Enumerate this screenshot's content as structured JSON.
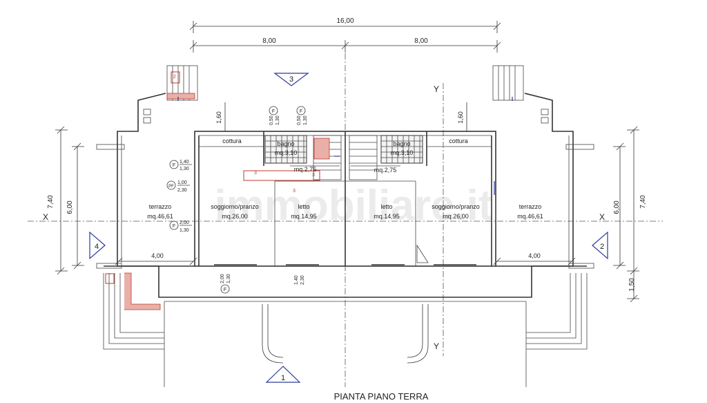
{
  "title": "PIANTA PIANO TERRA",
  "watermark": "immobiliare.it",
  "dimensions": {
    "total_width": "16,00",
    "half_left": "8,00",
    "half_right": "8,00",
    "height_left": "7,40",
    "height_left_inner": "6,00",
    "height_right": "7,40",
    "height_right_inner": "6,00",
    "porch_right": "1,50",
    "terrace_left_width": "4,00",
    "terrace_right_width": "4,00",
    "kitchen_depth_left": "1,60",
    "kitchen_depth_right": "1,60"
  },
  "axes": {
    "x_left": "X",
    "x_right": "X",
    "y_top": "Y",
    "y_bottom": "Y"
  },
  "section_markers": [
    "1",
    "2",
    "3",
    "4"
  ],
  "rooms": [
    {
      "name": "terrazzo",
      "area": "mq.46,61"
    },
    {
      "name": "soggiorno/pranzo",
      "area": "mq.26,00"
    },
    {
      "name": "letto",
      "area": "mq.14,95"
    },
    {
      "name": "letto",
      "area": "mq.14,95"
    },
    {
      "name": "soggiorno/pranzo",
      "area": "mq.26,00"
    },
    {
      "name": "terrazzo",
      "area": "mq.46,61"
    },
    {
      "name": "bagno",
      "area": "mq.3,10"
    },
    {
      "name": "bagno",
      "area": "mq.3,10"
    },
    {
      "name": "cottura",
      "area": ""
    },
    {
      "name": "cottura",
      "area": ""
    },
    {
      "name": "",
      "area": "mq.2,75"
    },
    {
      "name": "",
      "area": "mq.2,75"
    }
  ],
  "window_tags": [
    {
      "tag": "F",
      "w": "1,40",
      "h": "1,30"
    },
    {
      "tag": "PF",
      "w": "1,00",
      "h": "2,30"
    },
    {
      "tag": "F",
      "w": "2,00",
      "h": "1,30"
    },
    {
      "tag": "F",
      "w": "0,50",
      "h": "1,30"
    },
    {
      "tag": "F",
      "w": "0,50",
      "h": "1,30"
    },
    {
      "tag": "F",
      "w": "2,00",
      "h": "1,30"
    }
  ],
  "door_tag": {
    "w": "1,40",
    "h": "2,30"
  },
  "stair_marks": [
    "3",
    "3",
    "3",
    "2"
  ]
}
